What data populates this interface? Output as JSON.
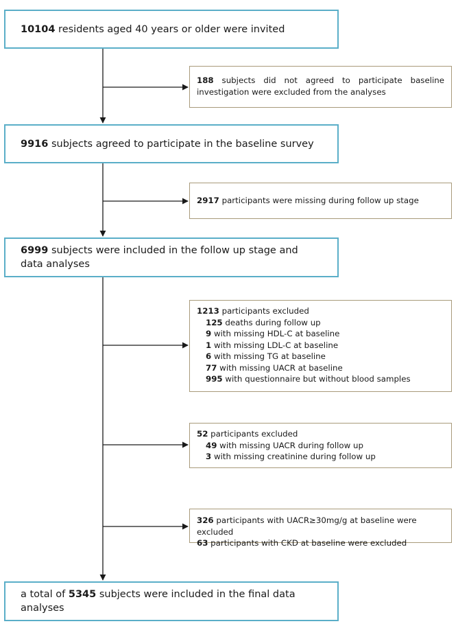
{
  "boxes": {
    "invited": {
      "num": "10104",
      "text": " residents aged 40 years or older were invited"
    },
    "agreed": {
      "num": "9916",
      "text": " subjects agreed to participate in the baseline survey"
    },
    "followup": {
      "num": "6999",
      "text": " subjects were included in the follow up stage and data analyses"
    },
    "final": {
      "prefix": "a total of ",
      "num": "5345",
      "text": " subjects were included in the final data analyses"
    }
  },
  "exclusions": {
    "declined": {
      "num": "188",
      "text": " subjects did not agreed to participate baseline investigation were excluded from the analyses"
    },
    "missing_followup": {
      "num": "2917",
      "text": " participants were missing during follow up stage"
    },
    "excluded_1213": {
      "num": "1213",
      "text": " participants excluded",
      "items": [
        {
          "num": "125",
          "text": " deaths during follow up"
        },
        {
          "num": "9",
          "text": " with missing HDL-C at baseline"
        },
        {
          "num": "1",
          "text": " with missing LDL-C at baseline"
        },
        {
          "num": "6",
          "text": " with missing TG at baseline"
        },
        {
          "num": "77",
          "text": " with missing UACR at baseline"
        },
        {
          "num": "995",
          "text": " with questionnaire but without  blood samples"
        }
      ]
    },
    "excluded_52": {
      "num": "52",
      "text": " participants excluded",
      "items": [
        {
          "num": "49",
          "text": " with missing UACR during follow up"
        },
        {
          "num": "3",
          "text": " with missing creatinine during follow up"
        }
      ]
    },
    "baseline_kidney": {
      "lines": [
        {
          "num": "326",
          "text": " participants with UACR≥30mg/g at baseline were excluded"
        },
        {
          "num": "63",
          "text": " participants with CKD at baseline were excluded"
        }
      ]
    }
  },
  "colors": {
    "main_border": "#5aaec8",
    "side_border": "#a89a7a",
    "arrow": "#1a1a1a"
  }
}
